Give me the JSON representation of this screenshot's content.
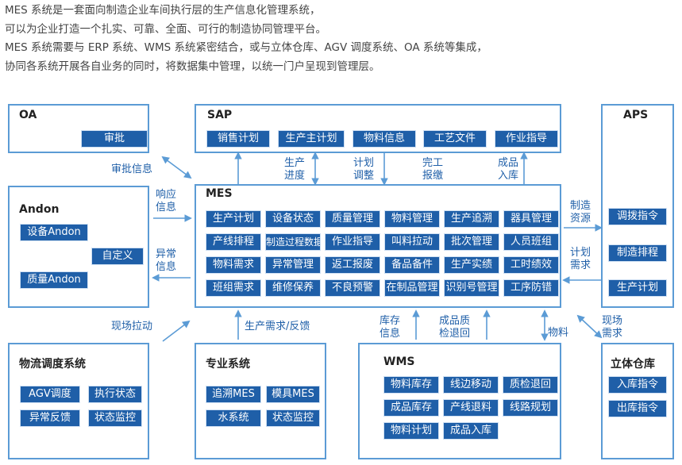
{
  "intro": {
    "line1": "MES 系统是一套面向制造企业车间执行层的生产信息化管理系统，",
    "line2": "可以为企业打造一个扎实、可靠、全面、可行的制造协同管理平台。",
    "line3": "MES 系统需要与 ERP 系统、WMS 系统紧密结合，或与立体仓库、AGV 调度系统、OA 系统等集成，",
    "line4": "协同各系统开展各自业务的同时，将数据集中管理，以统一门户呈现到管理层。"
  },
  "oa": {
    "title": "OA",
    "items": [
      "审批"
    ]
  },
  "sap": {
    "title": "SAP",
    "items": [
      "销售计划",
      "生产主计划",
      "物料信息",
      "工艺文件",
      "作业指导"
    ]
  },
  "aps": {
    "title": "APS",
    "items": [
      "调拨指令",
      "制造排程",
      "生产计划"
    ]
  },
  "andon": {
    "title": "Andon",
    "items": [
      "设备Andon",
      "自定义",
      "质量Andon"
    ]
  },
  "mes": {
    "title": "MES",
    "rows": [
      [
        "生产计划",
        "设备状态",
        "质量管理",
        "物料管理",
        "生产追溯",
        "器具管理"
      ],
      [
        "产线排程",
        "制造过程数据",
        "作业指导",
        "叫料拉动",
        "批次管理",
        "人员班组"
      ],
      [
        "物料需求",
        "异常管理",
        "返工报废",
        "备品备件",
        "生产实绩",
        "工时绩效"
      ],
      [
        "班组需求",
        "维修保养",
        "不良预警",
        "在制品管理",
        "识别号管理",
        "工序防错"
      ]
    ]
  },
  "logistics": {
    "title": "物流调度系统",
    "items": [
      "AGV调度",
      "执行状态",
      "异常反馈",
      "状态监控"
    ]
  },
  "special": {
    "title": "专业系统",
    "items": [
      "追溯MES",
      "模具MES",
      "水系统",
      "状态监控"
    ]
  },
  "wms": {
    "title": "WMS",
    "items": [
      "物料库存",
      "线边移动",
      "质检退回",
      "成品库存",
      "产线退料",
      "线路规划",
      "物料计划",
      "成品入库"
    ]
  },
  "warehouse": {
    "title": "立体仓库",
    "items": [
      "入库指令",
      "出库指令"
    ]
  },
  "labels": {
    "approval_info": "审批信息",
    "response_info": [
      "响应",
      "信息"
    ],
    "exception_info": [
      "异常",
      "信息"
    ],
    "prod_progress": [
      "生产",
      "进度"
    ],
    "plan_adjust": [
      "计划",
      "调整"
    ],
    "completion": [
      "完工",
      "报缴"
    ],
    "finished_in": [
      "成品",
      "入库"
    ],
    "mfg_resource": [
      "制造",
      "资源"
    ],
    "plan_demand": [
      "计划",
      "需求"
    ],
    "site_pull": "现场拉动",
    "prod_demand": "生产需求/反馈",
    "inventory_info": [
      "库存",
      "信息"
    ],
    "qc_return": [
      "成品质",
      "检退回"
    ],
    "material": "物料",
    "site_demand": [
      "现场",
      "需求"
    ]
  },
  "colors": {
    "border": "#5b9bd5",
    "chip": "#1f5fa8",
    "label": "#1f5fa8",
    "arrow": "#5b9bd5"
  }
}
